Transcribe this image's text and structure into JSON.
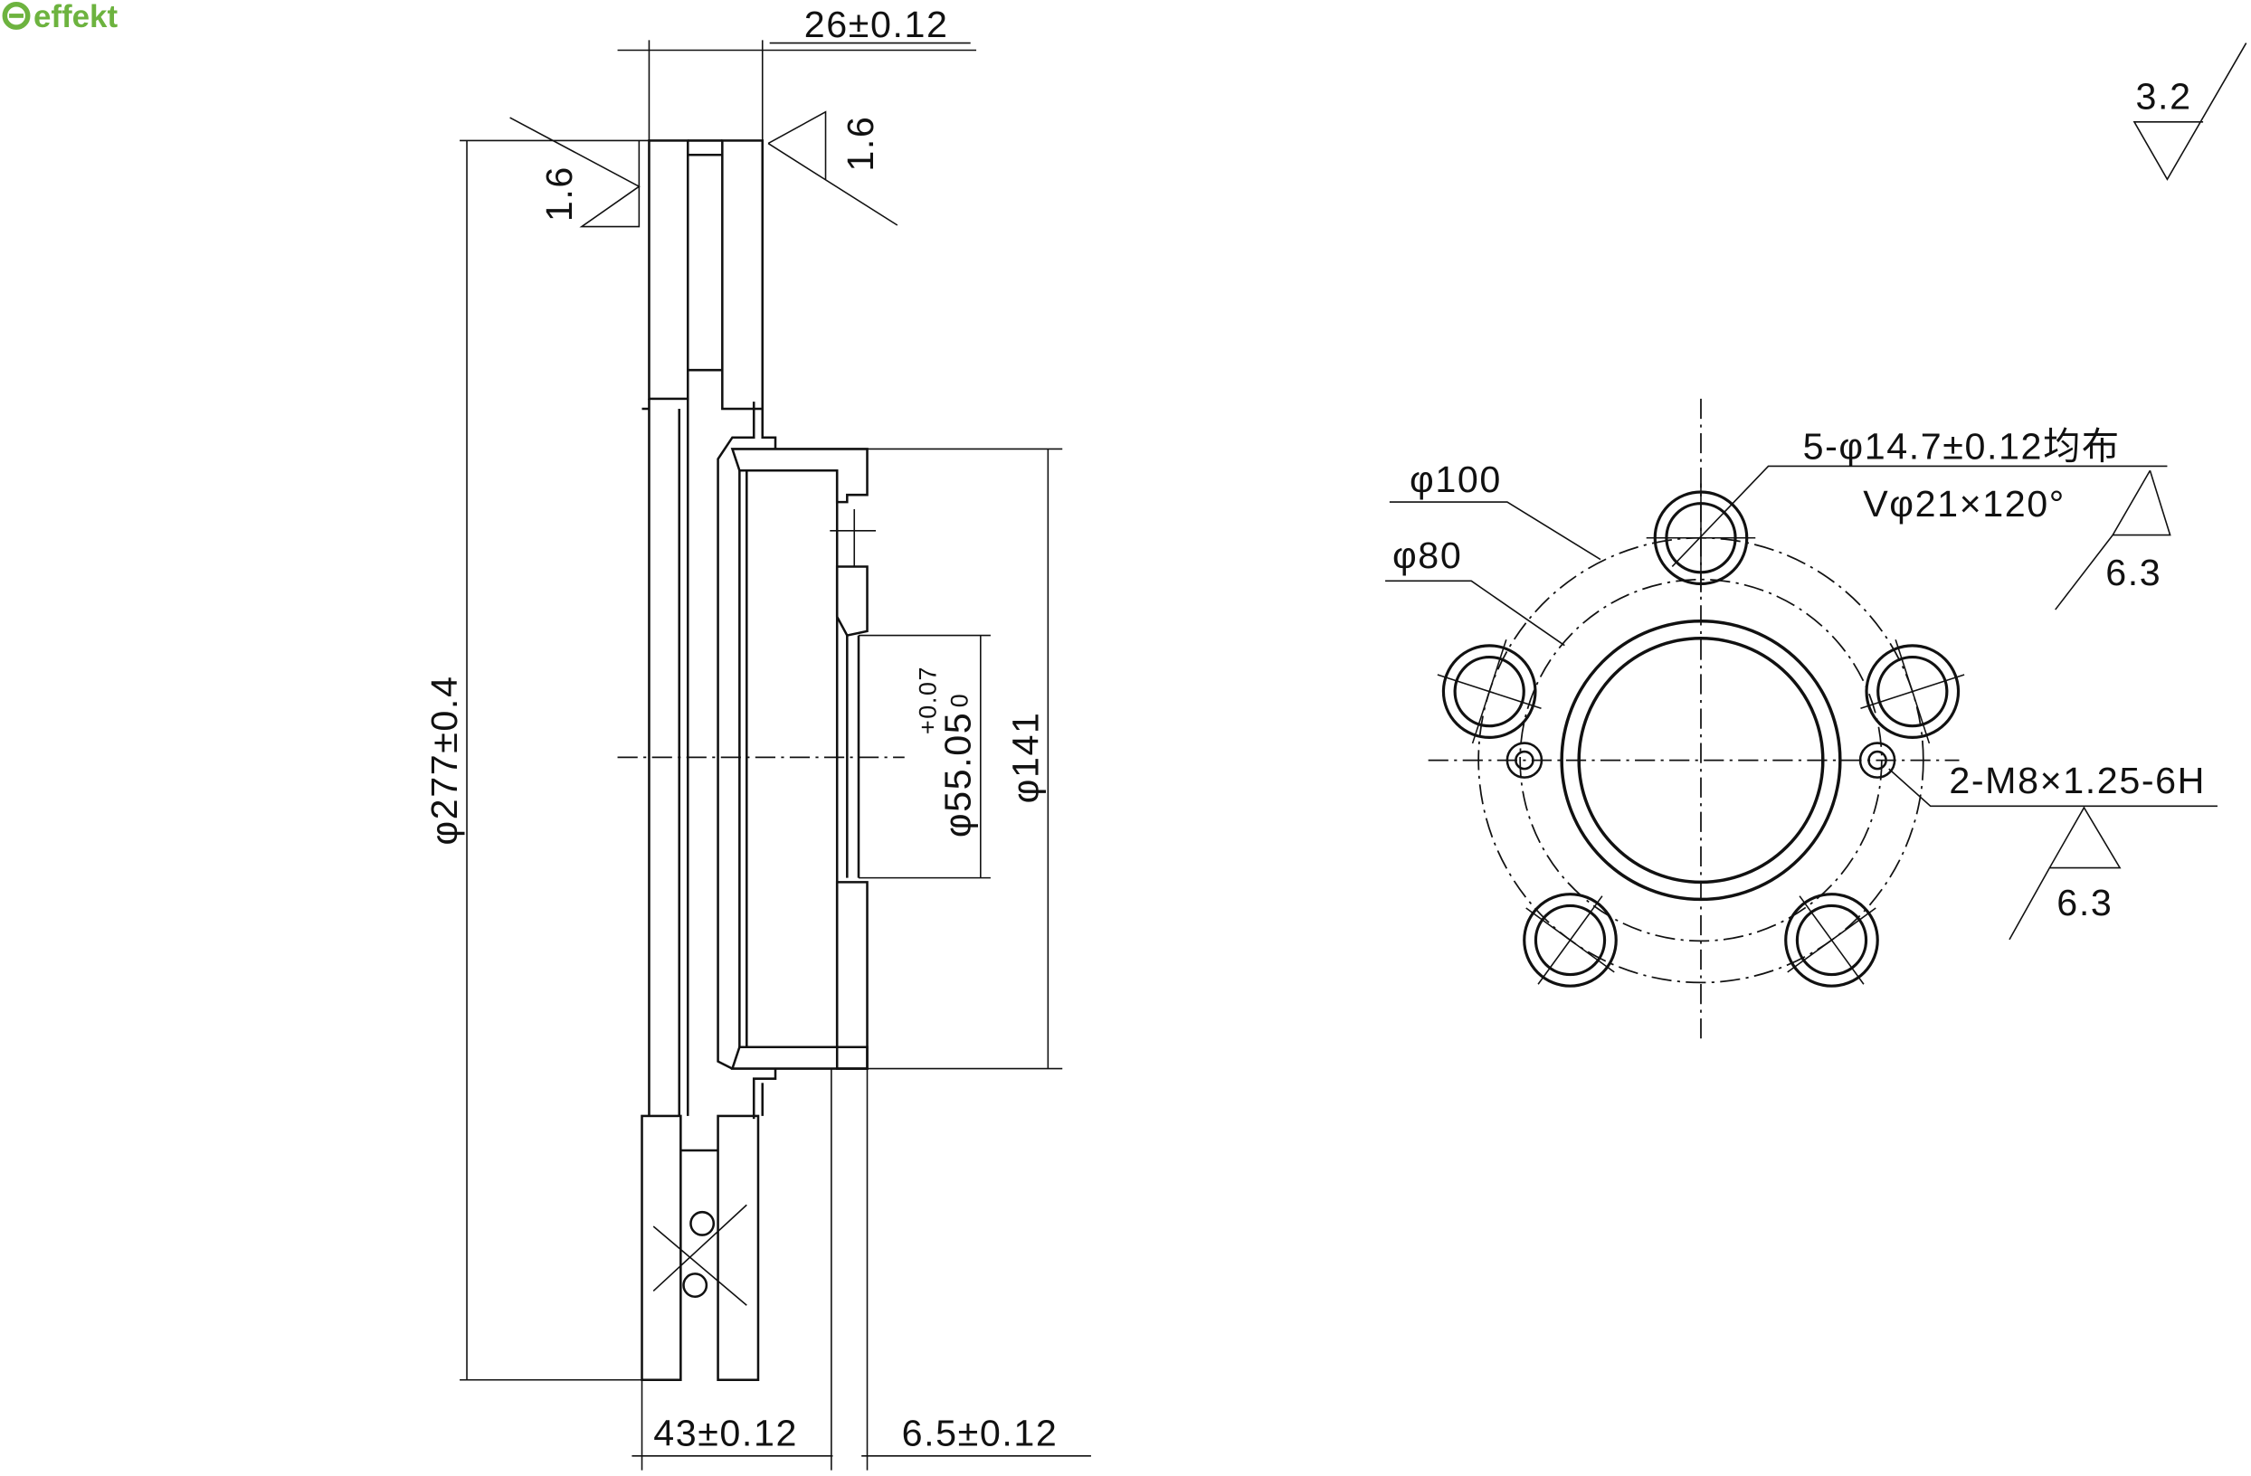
{
  "logo": {
    "text": "effekt",
    "color": "#6db33f"
  },
  "side_view": {
    "width_dim": "26±0.12",
    "diameter_outer": "φ277±0.4",
    "diameter_hat": "φ141",
    "diameter_bore": "φ55.05",
    "bore_tol_upper": "+0.07",
    "bore_tol_lower": "0",
    "height_dim": "43±0.12",
    "hat_thickness": "6.5±0.12",
    "roughness_left": "1.6",
    "roughness_right": "1.6"
  },
  "front_view": {
    "pcd": "φ100",
    "hub_circle": "φ80",
    "bolt_holes": "5-φ14.7±0.12均布",
    "countersink": "Vφ21×120°",
    "roughness_holes": "6.3",
    "thread_holes": "2-M8×1.25-6H",
    "roughness_thread": "6.3"
  },
  "general_roughness": "3.2"
}
